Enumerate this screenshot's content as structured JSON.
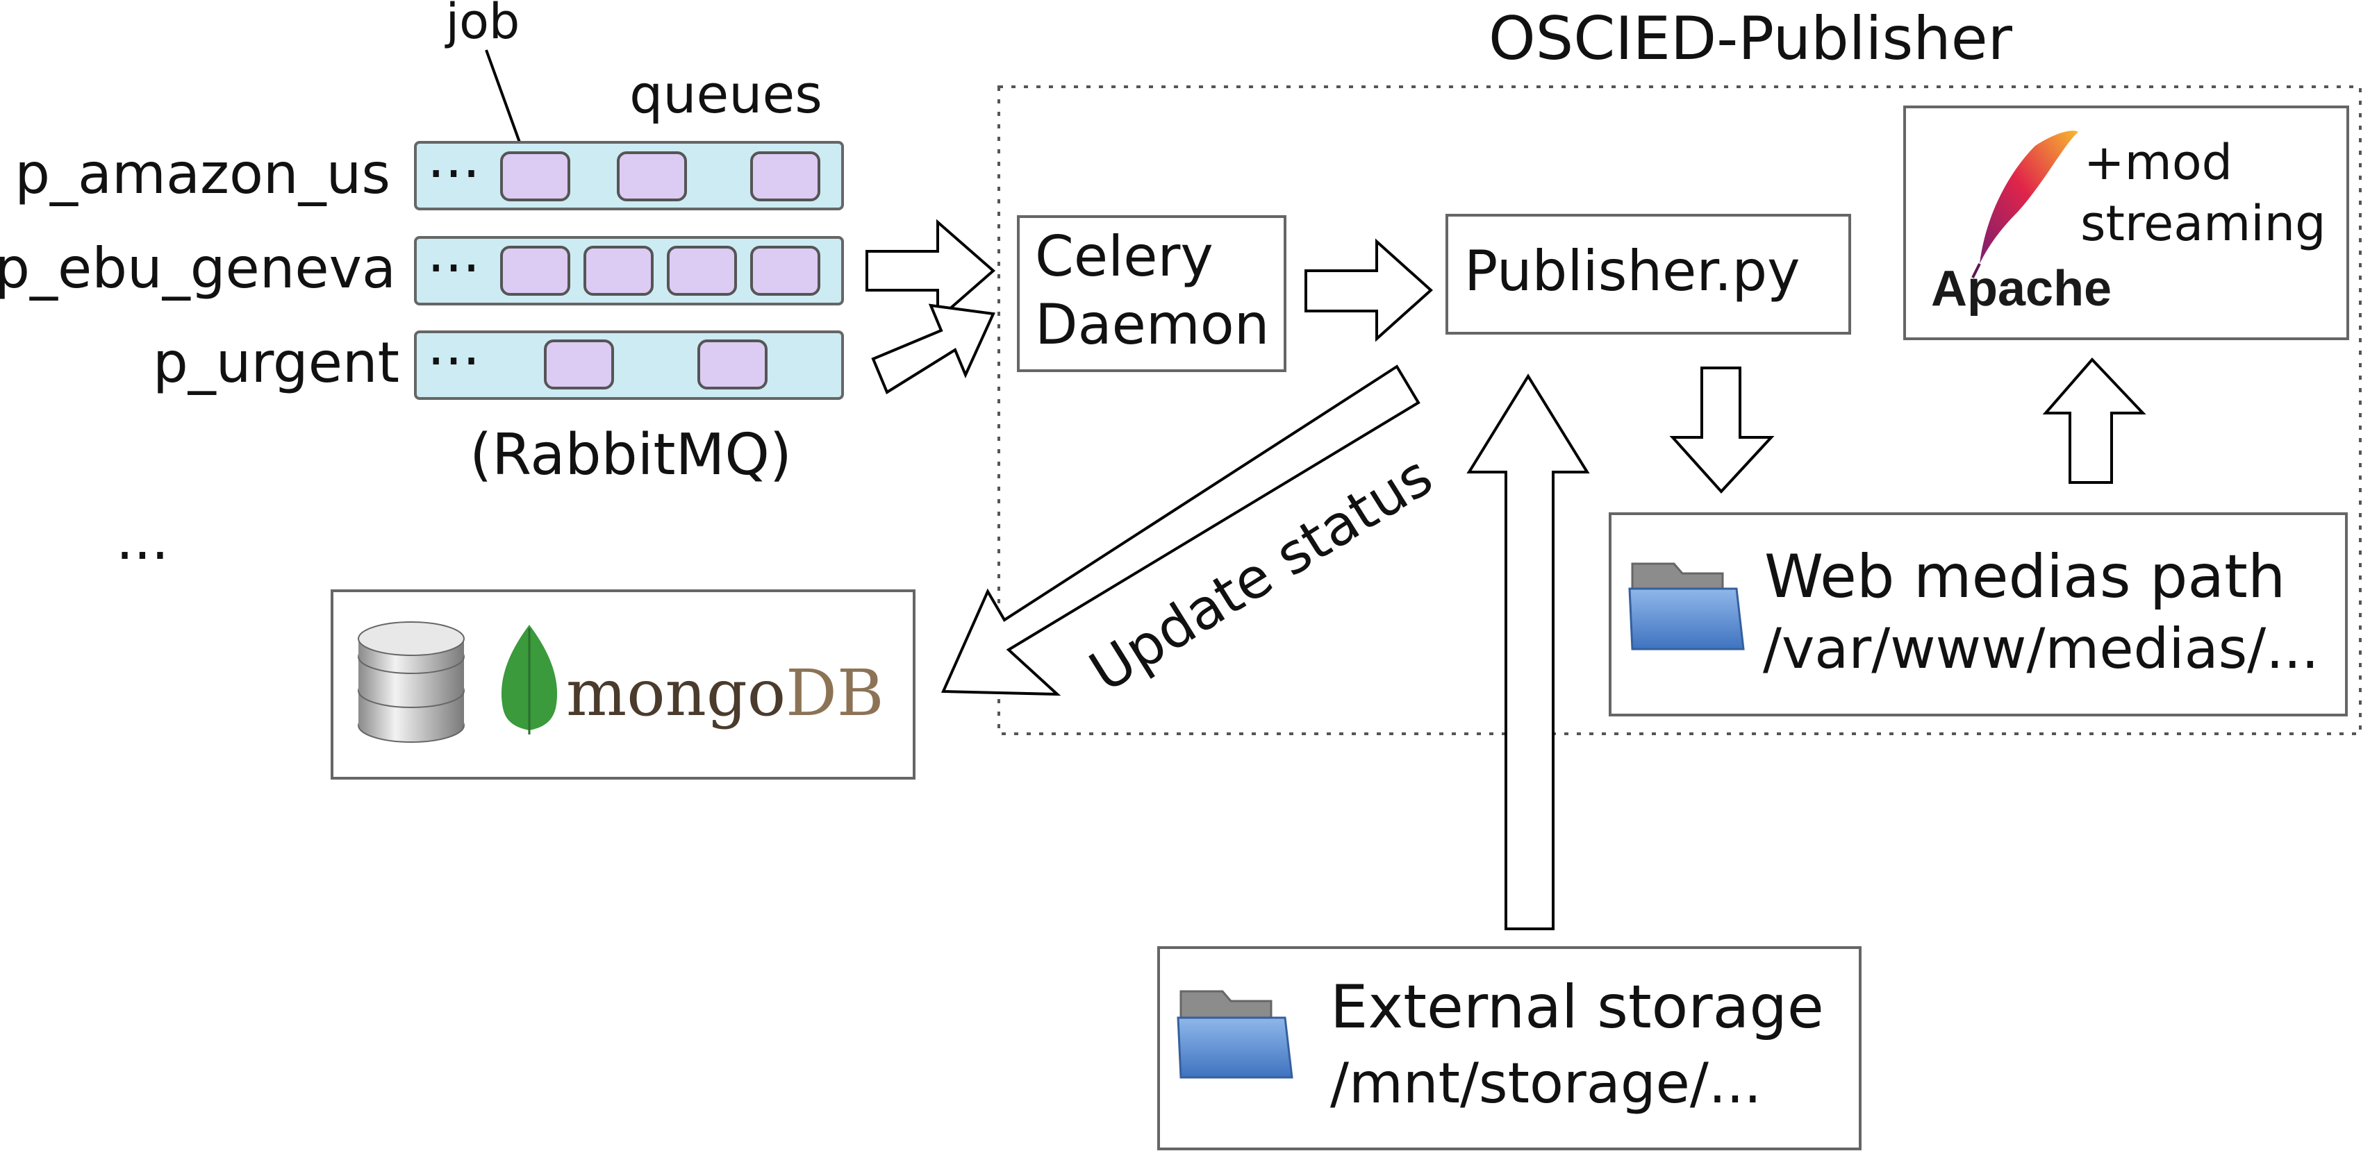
{
  "labels": {
    "job": "job",
    "queues": "queues",
    "rabbitmq": "(RabbitMQ)",
    "ellipsis": "...",
    "publisher_group": "OSCIED-Publisher",
    "celery_line1": "Celery",
    "celery_line2": "Daemon",
    "publisher_py": "Publisher.py",
    "update_status": "Update status",
    "apache_mod_line1": "+mod",
    "apache_mod_line2": "streaming",
    "apache_logo": "Apache",
    "mongo_logo_a": "mongo",
    "mongo_logo_b": "DB",
    "web_medias_title": "Web medias path",
    "web_medias_path": "/var/www/medias/...",
    "external_title": "External storage",
    "external_path": "/mnt/storage/..."
  },
  "queues": [
    {
      "name": "p_amazon_us",
      "dots": "···",
      "jobs": 3
    },
    {
      "name": "p_ebu_geneva",
      "dots": "···",
      "jobs": 4
    },
    {
      "name": "p_urgent",
      "dots": "···",
      "jobs": 2
    }
  ],
  "colors": {
    "queue_fill": "#cdebf2",
    "job_fill": "#dccbf3",
    "box_stroke": "#666666",
    "folder_blue": "#5b8fd6",
    "mongo_green": "#3a9a3c",
    "mongo_brown": "#4a3b2c",
    "mongo_db": "#8c7355"
  }
}
